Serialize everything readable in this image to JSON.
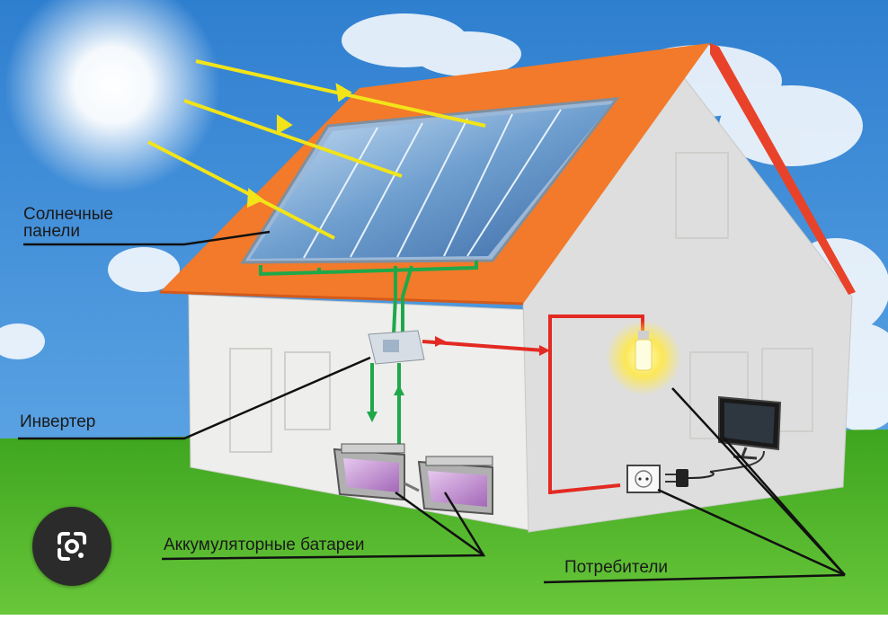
{
  "labels": {
    "solar_panels_line1": "Солнечные",
    "solar_panels_line2": "панели",
    "inverter": "Инвертер",
    "batteries": "Аккумуляторные батареи",
    "consumers": "Потребители"
  },
  "colors": {
    "sky": "#3f8fd6",
    "roof": "#f27a2a",
    "wall": "#e9e9e6",
    "grass": "#4fb52e",
    "dc_wire": "#1fa84a",
    "ac_wire": "#e32a22",
    "sun_ray": "#f2e418"
  },
  "lens_button": {
    "icon": "google-lens-icon"
  }
}
